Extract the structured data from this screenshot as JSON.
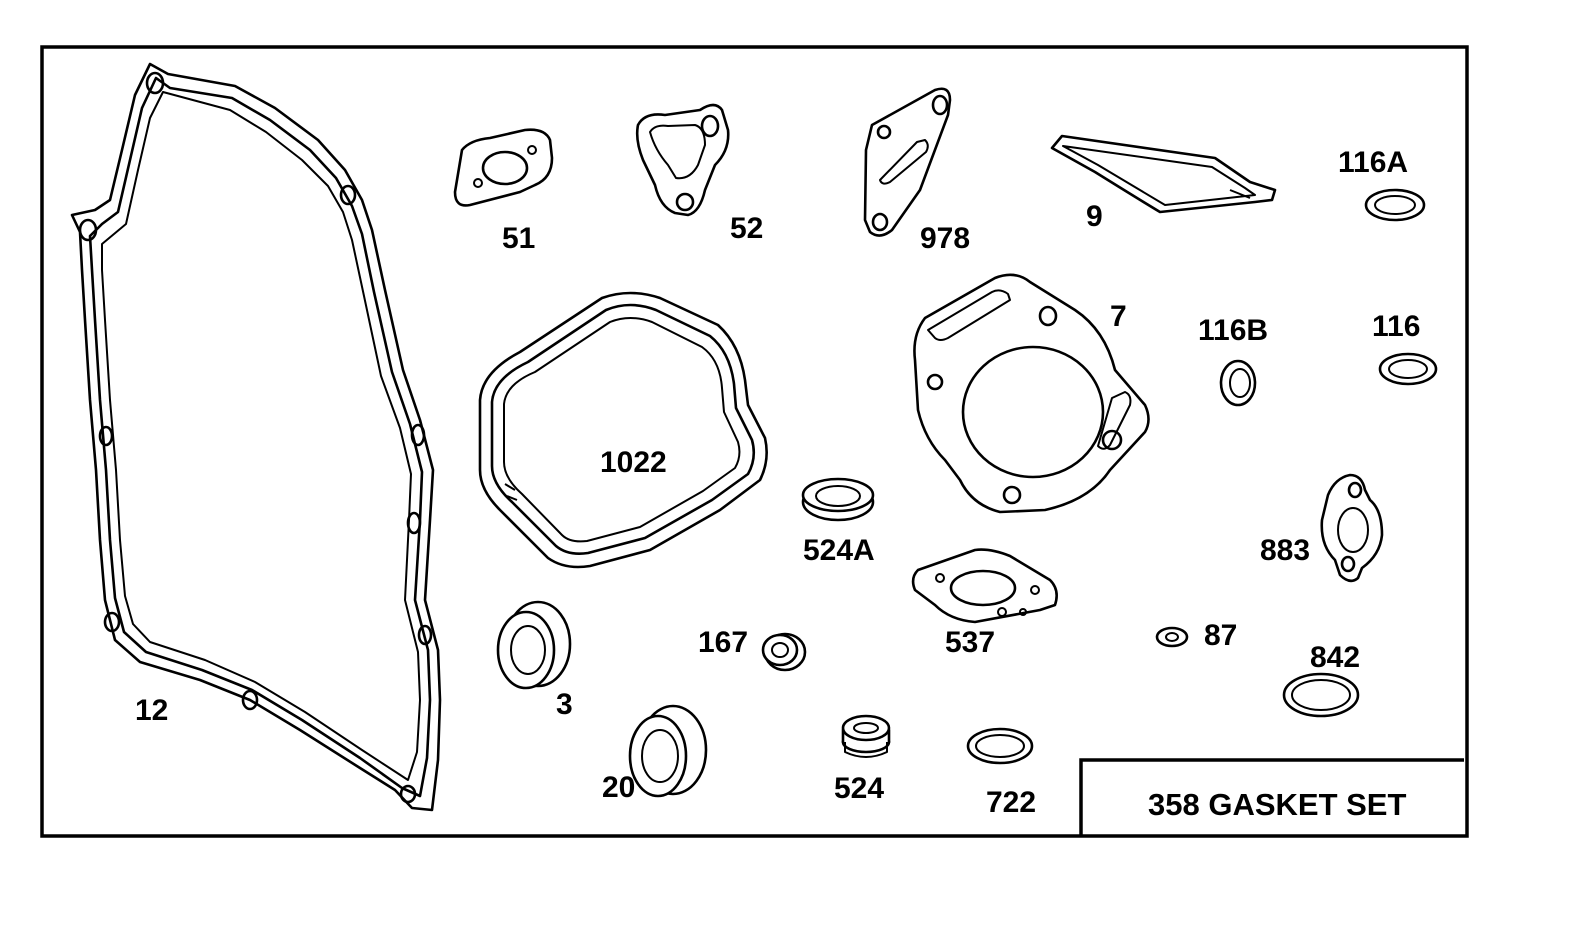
{
  "title": "358 GASKET SET",
  "parts": [
    {
      "id": "12",
      "label": "12"
    },
    {
      "id": "51",
      "label": "51"
    },
    {
      "id": "52",
      "label": "52"
    },
    {
      "id": "978",
      "label": "978"
    },
    {
      "id": "9",
      "label": "9"
    },
    {
      "id": "116A",
      "label": "116A"
    },
    {
      "id": "7",
      "label": "7"
    },
    {
      "id": "116B",
      "label": "116B"
    },
    {
      "id": "116",
      "label": "116"
    },
    {
      "id": "1022",
      "label": "1022"
    },
    {
      "id": "524A",
      "label": "524A"
    },
    {
      "id": "883",
      "label": "883"
    },
    {
      "id": "537",
      "label": "537"
    },
    {
      "id": "3",
      "label": "3"
    },
    {
      "id": "167",
      "label": "167"
    },
    {
      "id": "87",
      "label": "87"
    },
    {
      "id": "842",
      "label": "842"
    },
    {
      "id": "20",
      "label": "20"
    },
    {
      "id": "524",
      "label": "524"
    },
    {
      "id": "722",
      "label": "722"
    }
  ]
}
